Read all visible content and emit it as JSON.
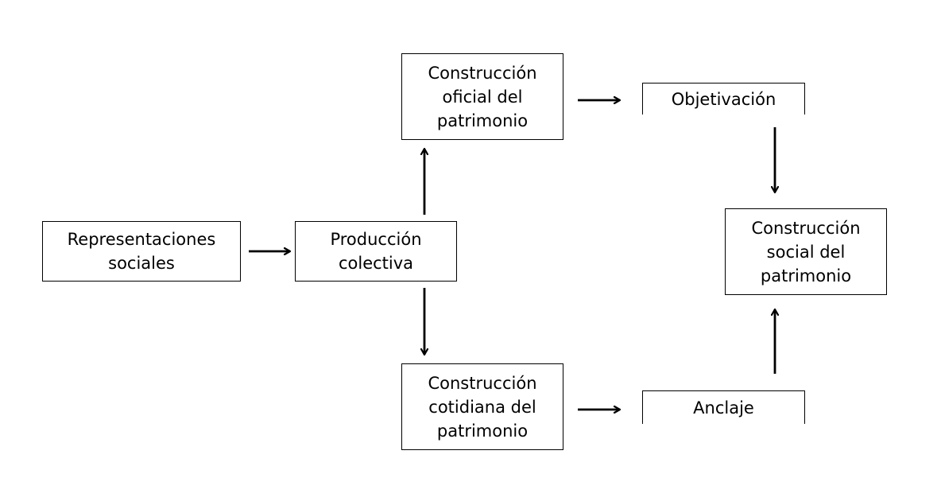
{
  "nodes": {
    "representaciones": {
      "lines": [
        "Representaciones",
        "sociales"
      ]
    },
    "produccion": {
      "lines": [
        "Producción",
        "colectiva"
      ]
    },
    "oficial": {
      "lines": [
        "Construcción",
        "oficial del",
        "patrimonio"
      ]
    },
    "cotidiana": {
      "lines": [
        "Construcción",
        "cotidiana del",
        "patrimonio"
      ]
    },
    "objetivacion": {
      "lines": [
        "Objetivación"
      ]
    },
    "anclaje": {
      "lines": [
        "Anclaje"
      ]
    },
    "social": {
      "lines": [
        "Construcción",
        "social del",
        "patrimonio"
      ]
    }
  },
  "edges": [
    {
      "from": "Representaciones sociales",
      "to": "Producción colectiva"
    },
    {
      "from": "Producción colectiva",
      "to": "Construcción oficial del patrimonio"
    },
    {
      "from": "Producción colectiva",
      "to": "Construcción cotidiana del patrimonio"
    },
    {
      "from": "Construcción oficial del patrimonio",
      "to": "Objetivación"
    },
    {
      "from": "Construcción cotidiana del patrimonio",
      "to": "Anclaje"
    },
    {
      "from": "Objetivación",
      "to": "Construcción social del patrimonio"
    },
    {
      "from": "Anclaje",
      "to": "Construcción social del patrimonio"
    }
  ],
  "colors": {
    "stroke": "#000000",
    "background": "#ffffff"
  }
}
